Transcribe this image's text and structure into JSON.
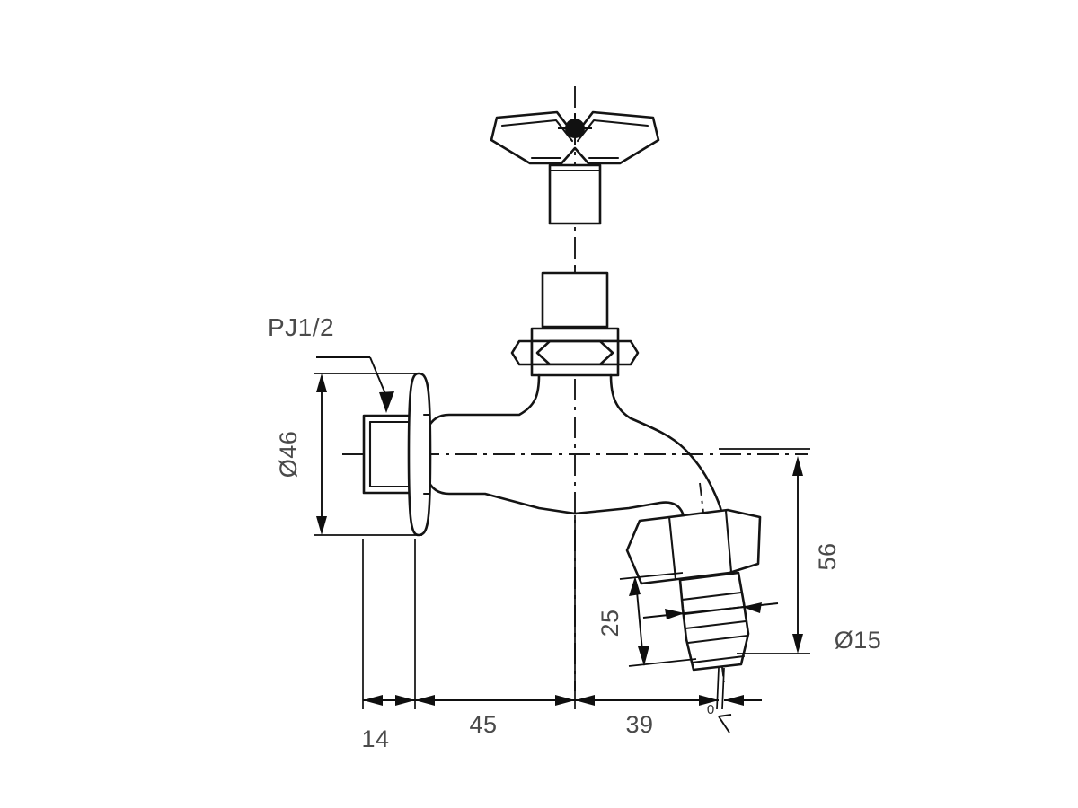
{
  "drawing": {
    "title": "Wall-mounted bibcock with hose nipple — dimensioned elevation",
    "type": "engineering-elevation-drawing",
    "units": "mm",
    "background_color": "#ffffff",
    "line_color": "#141414",
    "text_color": "#4a4a4a",
    "annotations": {
      "thread_callout": "PJ1/2",
      "flange_diameter": "Ø46",
      "outlet_diameter": "Ø15",
      "outlet_height": "56",
      "nipple_length": "25",
      "inlet_projection": "14",
      "body_run": "45",
      "spout_offset": "39",
      "zero_reference": "0"
    },
    "dimension_chain_bottom": [
      {
        "label": "14",
        "from_mm": 0,
        "to_mm": 14
      },
      {
        "label": "45",
        "from_mm": 14,
        "to_mm": 59
      },
      {
        "label": "39",
        "from_mm": 59,
        "to_mm": 98
      },
      {
        "label": "0",
        "from_mm": 98,
        "to_mm": 98
      }
    ],
    "dimensions_vertical": [
      {
        "label": "Ø46",
        "orientation": "rotated-90",
        "side": "left"
      },
      {
        "label": "56",
        "orientation": "rotated-90",
        "side": "right"
      },
      {
        "label": "25",
        "orientation": "rotated-90",
        "side": "outlet"
      }
    ],
    "dimensions_horizontal": [
      {
        "label": "Ø15",
        "orientation": "horizontal",
        "side": "right"
      }
    ],
    "components": [
      {
        "name": "butterfly-handle",
        "description": "wing handle with central fixing screw"
      },
      {
        "name": "handle-stem",
        "description": "rectangular stem below handle"
      },
      {
        "name": "bonnet-nut",
        "description": "hexagonal bonnet nut"
      },
      {
        "name": "valve-body",
        "description": "curved cast body"
      },
      {
        "name": "inlet-thread",
        "description": "male threaded inlet PJ1/2"
      },
      {
        "name": "wall-flange",
        "description": "oval escutcheon flange"
      },
      {
        "name": "hose-nipple",
        "description": "tilted hex collar with barbed outlet"
      }
    ]
  }
}
